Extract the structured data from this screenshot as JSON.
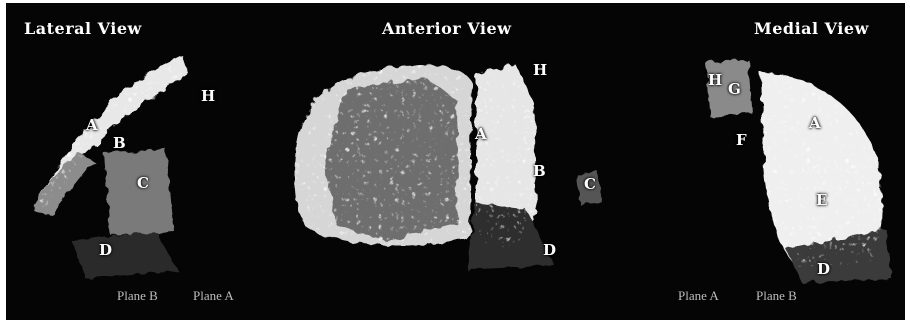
{
  "views": {
    "lateral": {
      "title": "Lateral View",
      "labels": {
        "A": "A",
        "B": "B",
        "C": "C",
        "D": "D",
        "H": "H"
      },
      "planes": {
        "b": "Plane B",
        "a": "Plane A"
      }
    },
    "anterior": {
      "title": "Anterior View",
      "labels": {
        "A": "A",
        "B": "B",
        "C": "C",
        "D": "D",
        "H": "H"
      }
    },
    "medial": {
      "title": "Medial View",
      "labels": {
        "A": "A",
        "D": "D",
        "E": "E",
        "F": "F",
        "G": "G",
        "H": "H"
      },
      "planes": {
        "a": "Plane A",
        "b": "Plane B"
      }
    }
  },
  "colors": {
    "background": "#050505",
    "bright_tissue": "#f2f2f2",
    "mid_tissue": "#8a8a8a",
    "dark_tissue": "#3c3c3c",
    "label_text": "#ffffff",
    "plane_text": "#bdbdbd"
  }
}
